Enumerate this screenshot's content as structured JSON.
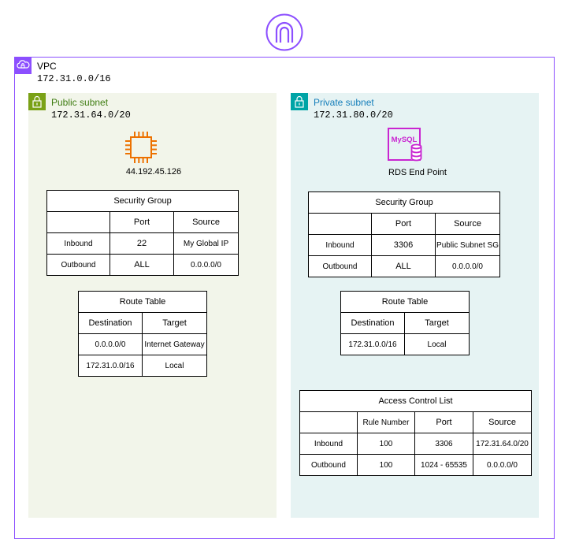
{
  "vpc": {
    "name": "VPC",
    "cidr": "172.31.0.0/16",
    "color": "#8c4fff"
  },
  "public_subnet": {
    "name": "Public subnet",
    "cidr": "172.31.64.0/20",
    "color": "#7aa116",
    "instance_ip": "44.192.45.126",
    "security_group": {
      "title": "Security Group",
      "headers": [
        "",
        "Port",
        "Source"
      ],
      "rows": [
        [
          "Inbound",
          "22",
          "My Global IP"
        ],
        [
          "Outbound",
          "ALL",
          "0.0.0.0/0"
        ]
      ]
    },
    "route_table": {
      "title": "Route Table",
      "headers": [
        "Destination",
        "Target"
      ],
      "rows": [
        [
          "0.0.0.0/0",
          "Internet Gateway"
        ],
        [
          "172.31.0.0/16",
          "Local"
        ]
      ]
    }
  },
  "private_subnet": {
    "name": "Private subnet",
    "cidr": "172.31.80.0/20",
    "color": "#00a4a6",
    "db_icon_text": "MySQL",
    "db_label": "RDS End Point",
    "security_group": {
      "title": "Security Group",
      "headers": [
        "",
        "Port",
        "Source"
      ],
      "rows": [
        [
          "Inbound",
          "3306",
          "Public Subnet SG"
        ],
        [
          "Outbound",
          "ALL",
          "0.0.0.0/0"
        ]
      ]
    },
    "route_table": {
      "title": "Route Table",
      "headers": [
        "Destination",
        "Target"
      ],
      "rows": [
        [
          "172.31.0.0/16",
          "Local"
        ]
      ]
    },
    "acl": {
      "title": "Access Control List",
      "headers": [
        "",
        "Rule Number",
        "Port",
        "Source"
      ],
      "rows": [
        [
          "Inbound",
          "100",
          "3306",
          "172.31.64.0/20"
        ],
        [
          "Outbound",
          "100",
          "1024 - 65535",
          "0.0.0.0/0"
        ]
      ]
    }
  },
  "icons": {
    "internet_gateway": "internet-gateway-icon",
    "ec2": "ec2-instance-icon",
    "rds": "rds-mysql-icon",
    "vpc": "vpc-icon",
    "subnet": "lock-icon"
  }
}
